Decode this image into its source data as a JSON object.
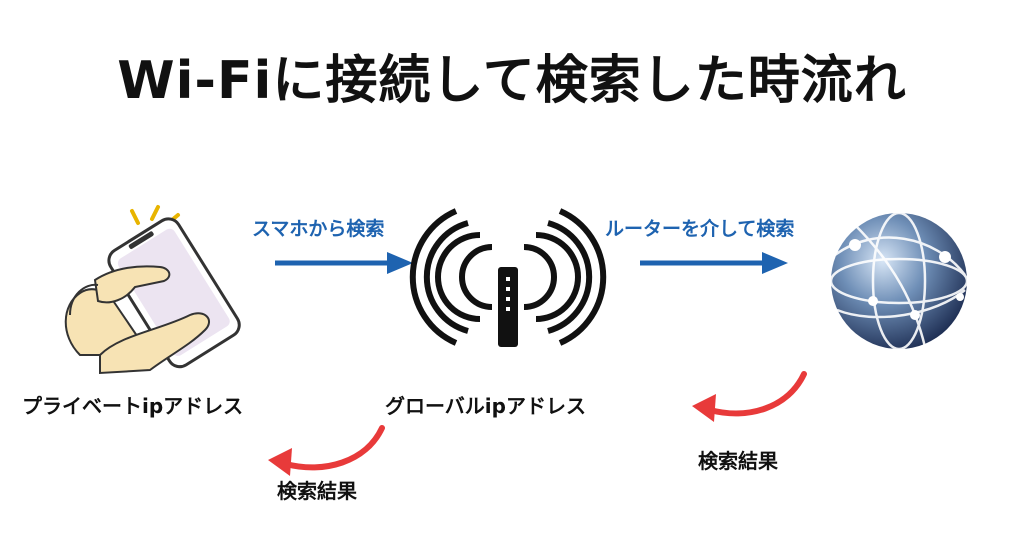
{
  "title": "Wi-Fiに接続して検索した時流れ",
  "labels": {
    "from_phone": "スマホから検索",
    "via_router": "ルーターを介して検索",
    "private_ip": "プライベートipアドレス",
    "global_ip": "グローバルipアドレス",
    "result_right": "検索結果",
    "result_left": "検索結果"
  },
  "icons": [
    "hand-smartphone-icon",
    "wifi-router-icon",
    "globe-icon"
  ],
  "colors": {
    "forward_arrow": "#1e63b0",
    "return_arrow": "#e83a3a",
    "title": "#111111"
  }
}
